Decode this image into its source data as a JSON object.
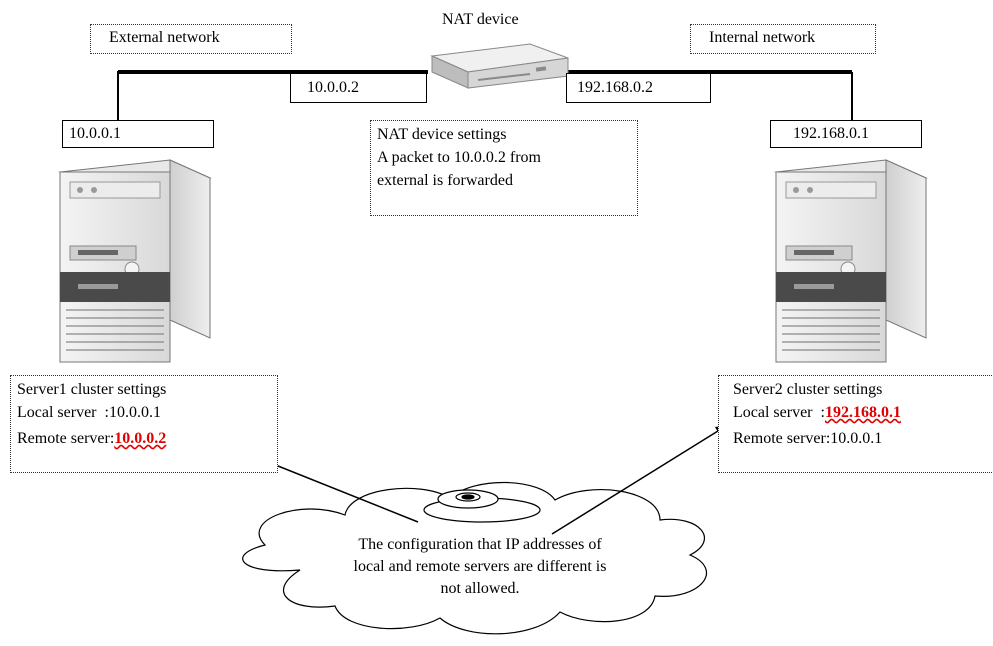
{
  "nat_device": {
    "title": "NAT device",
    "settings": {
      "heading": "NAT device settings",
      "line1": "A packet to 10.0.0.2 from",
      "line2": "external is forwarded"
    }
  },
  "networks": {
    "external": "External network",
    "internal": "Internal network"
  },
  "addresses": {
    "nat_external": "10.0.0.2",
    "nat_internal": "192.168.0.2",
    "server1": "10.0.0.1",
    "server2": "192.168.0.1"
  },
  "server1_settings": {
    "heading": "Server1 cluster settings",
    "local_label": "Local server  :",
    "local_value": "10.0.0.1",
    "remote_label": "Remote server:",
    "remote_value": "10.0.0.2"
  },
  "server2_settings": {
    "heading": "Server2 cluster settings",
    "local_label": "Local server  :",
    "local_value": "192.168.0.1",
    "remote_label": "Remote server:",
    "remote_value": "10.0.0.1"
  },
  "cloud_note": {
    "line1": "The configuration that IP addresses of",
    "line2": "local and remote servers are different is",
    "line3": "not allowed."
  }
}
